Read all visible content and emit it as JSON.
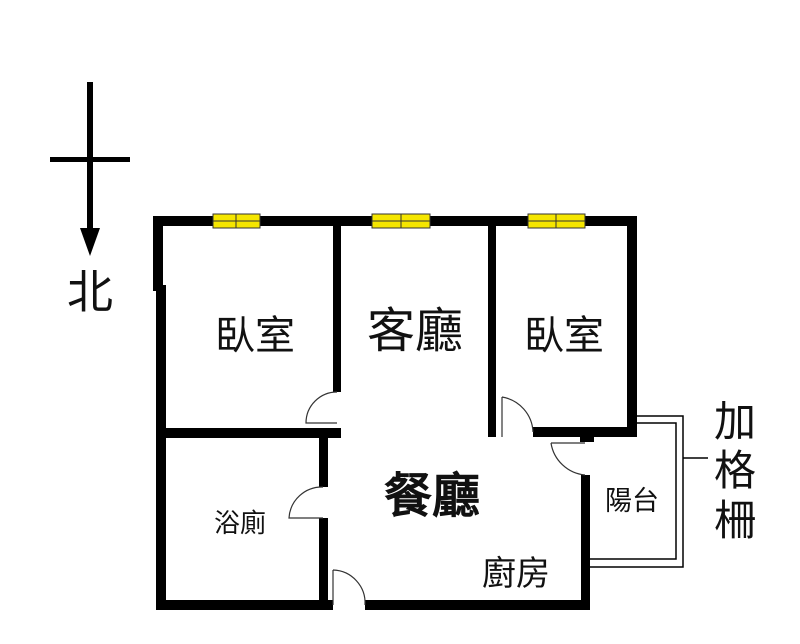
{
  "compass": {
    "label": "北"
  },
  "rooms": {
    "bedroom_left": "臥室",
    "living_room": "客廳",
    "bedroom_right": "臥室",
    "dining_room": "餐廳",
    "bathroom": "浴廁",
    "kitchen": "廚房",
    "balcony": "陽台"
  },
  "annotations": {
    "railing": [
      "加",
      "格",
      "柵"
    ]
  },
  "colors": {
    "window": "#f5e600",
    "wall": "#000000"
  }
}
